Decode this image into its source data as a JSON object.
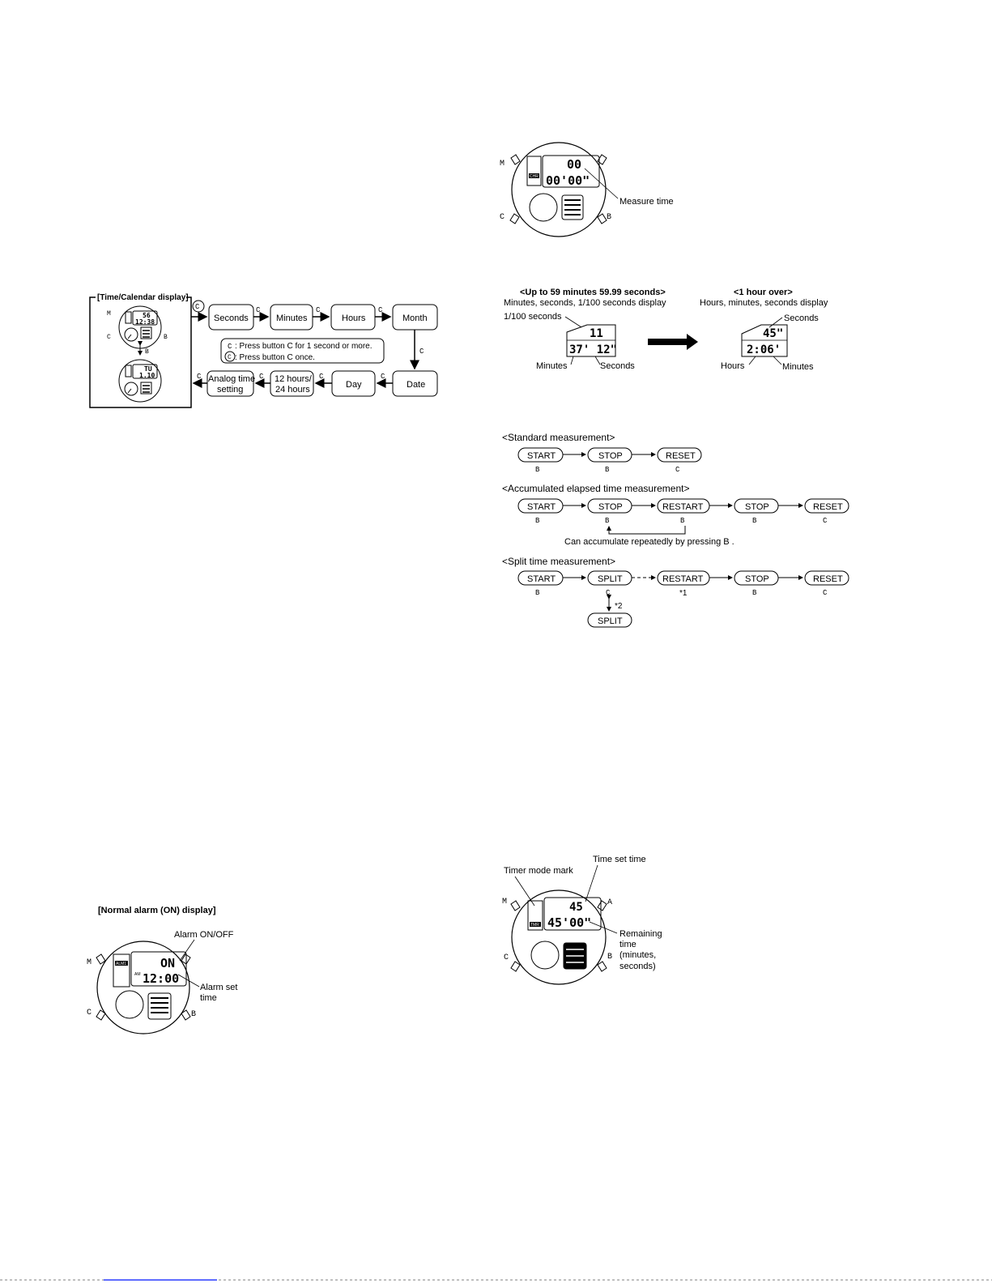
{
  "measure_watch": {
    "buttons": {
      "m": "M",
      "c": "C",
      "b": "B"
    },
    "mode_mark": "CHR",
    "upper_digits": "00",
    "lower_digits": "00'00\"",
    "callout": "Measure time"
  },
  "display_compare": {
    "left_title": "<Up to 59 minutes 59.99 seconds>",
    "left_sub": "Minutes, seconds, 1/100 seconds display",
    "left_hundredths_label": "1/100 seconds",
    "left_minutes_label": "Minutes",
    "left_seconds_label": "Seconds",
    "left_upper_digits": "11",
    "left_lower_digits": "37' 12\"",
    "right_title": "<1 hour over>",
    "right_sub": "Hours, minutes, seconds display",
    "right_seconds_label": "Seconds",
    "right_hours_label": "Hours",
    "right_minutes_label": "Minutes",
    "right_upper_digits": "45\"",
    "right_lower_digits": "2:06'"
  },
  "time_calendar": {
    "title": "[Time/Calendar display]",
    "watch_buttons": {
      "m": "M",
      "c": "C",
      "b": "B"
    },
    "watch1_upper": "56",
    "watch1_lower": "12:38",
    "watch2_upper": "TU",
    "watch2_lower": "1.10",
    "toggle_label": "B",
    "entry_mark": "C",
    "boxes": [
      "Seconds",
      "Minutes",
      "Hours",
      "Month",
      "Date",
      "Day",
      "12 hours/",
      "24 hours",
      "Analog time",
      "setting"
    ],
    "arrow_labels": [
      "C",
      "C",
      "C",
      "C",
      "C",
      "C",
      "C",
      "C"
    ],
    "legend_c": "C",
    "legend_line1": ": Press button C for 1 second or more.",
    "legend_line2": ": Press button C once."
  },
  "stopwatch_sequences": {
    "standard_title": "<Standard measurement>",
    "standard_steps": [
      "START",
      "STOP",
      "RESET"
    ],
    "standard_keys": [
      "B",
      "B",
      "C"
    ],
    "accumulated_title": "<Accumulated elapsed time measurement>",
    "accumulated_steps": [
      "START",
      "STOP",
      "RESTART",
      "STOP",
      "RESET"
    ],
    "accumulated_keys": [
      "B",
      "B",
      "B",
      "B",
      "C"
    ],
    "accumulated_note": "Can accumulate repeatedly by pressing B .",
    "split_title": "<Split time measurement>",
    "split_steps": [
      "START",
      "SPLIT",
      "RESTART",
      "STOP",
      "RESET"
    ],
    "split_keys": [
      "B",
      "C",
      "*1",
      "B",
      "C"
    ],
    "split_note": "*2",
    "split_sub_step": "SPLIT"
  },
  "alarm": {
    "title": "[Normal alarm (ON) display]",
    "buttons": {
      "m": "M",
      "c": "C",
      "b": "B"
    },
    "mode_mark": "ALM1",
    "am_mark": "AM",
    "upper_digits": "ON",
    "lower_digits": "12:00",
    "callout_top": "Alarm ON/OFF",
    "callout_bottom_1": "Alarm set",
    "callout_bottom_2": "time"
  },
  "timer": {
    "buttons": {
      "m": "M",
      "c": "C",
      "b": "B",
      "a": "A"
    },
    "mode_mark": "TMR",
    "upper_digits": "45",
    "lower_digits": "45'00\"",
    "label_mode_mark": "Timer  mode mark",
    "label_set_time": "Time set time",
    "label_remaining": [
      "Remaining",
      "time",
      "(minutes,",
      "seconds)"
    ]
  }
}
